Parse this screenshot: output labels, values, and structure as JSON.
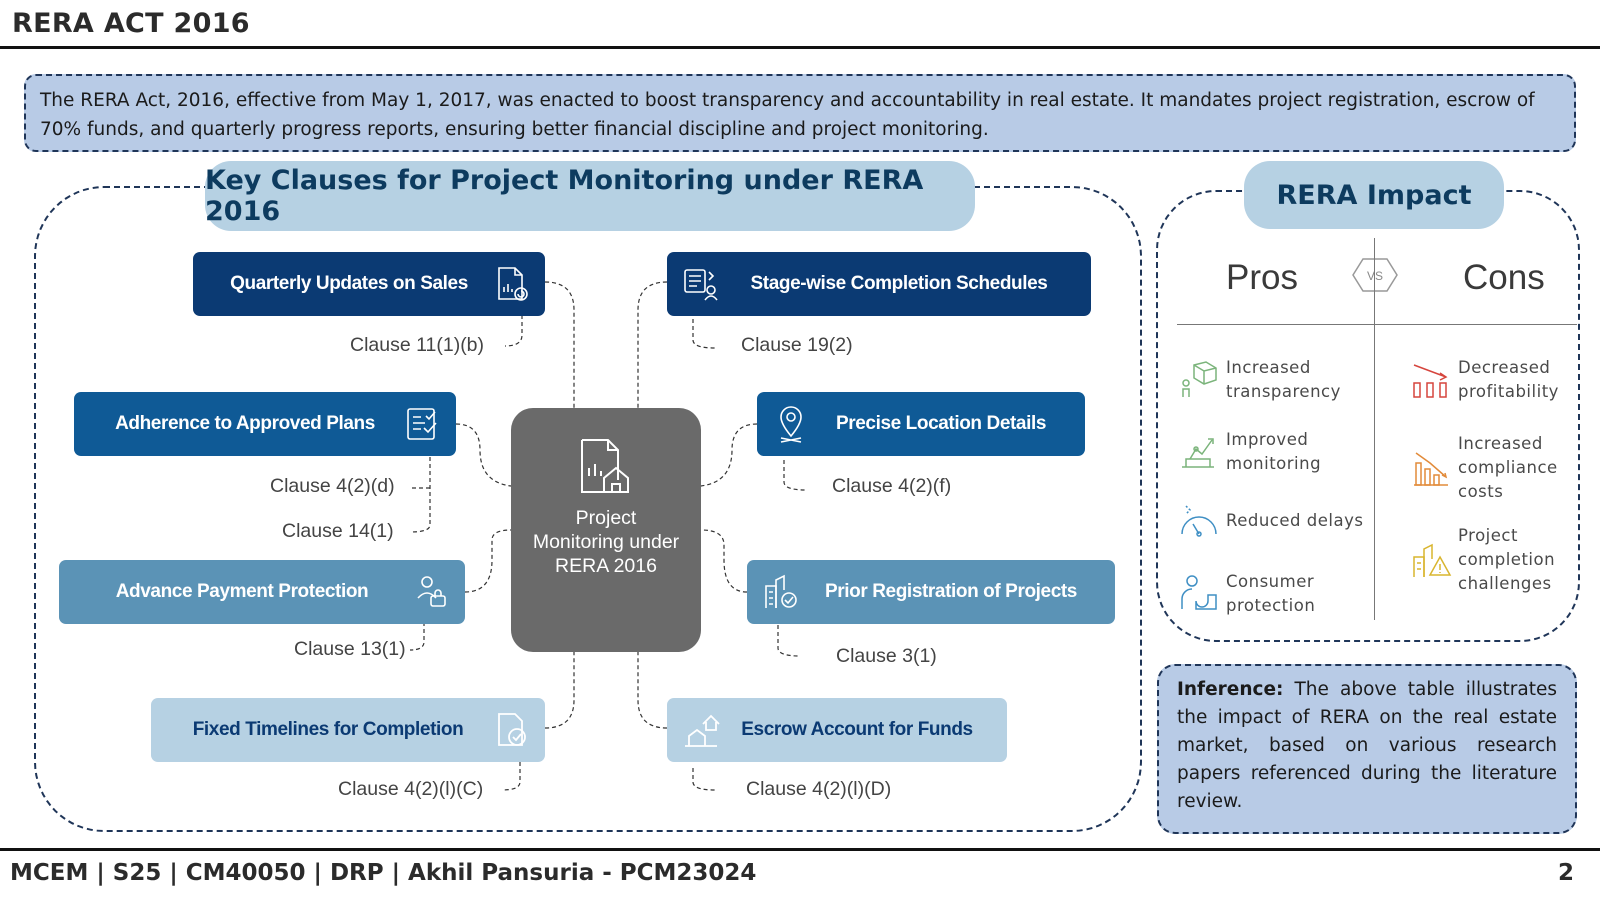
{
  "header": {
    "title": "RERA ACT 2016"
  },
  "intro": {
    "text": "The RERA Act, 2016, effective from May 1, 2017, was enacted to boost transparency and accountability in real estate. It mandates project registration, escrow of 70% funds, and quarterly progress reports, ensuring better financial discipline and project monitoring."
  },
  "key_clauses": {
    "heading": "Key Clauses for Project Monitoring under RERA 2016",
    "center": {
      "label": "Project Monitoring under RERA 2016",
      "icon": "building-report-icon"
    },
    "items": [
      {
        "label": "Quarterly Updates on Sales",
        "clause": "Clause 11(1)(b)",
        "icon": "sales-report-icon",
        "color": "#0b3a73"
      },
      {
        "label": "Adherence to Approved Plans",
        "clause": "Clause 4(2)(d)",
        "icon": "approved-plan-icon",
        "color": "#0f5a96"
      },
      {
        "label": "Advance Payment Protection",
        "clause": "Clause 13(1)",
        "icon": "payment-protection-icon",
        "color": "#5b93b6"
      },
      {
        "label": "Fixed Timelines for Completion",
        "clause": "Clause 4(2)(l)(C)",
        "icon": "timeline-icon",
        "color": "#b6d1e3"
      },
      {
        "label": "Stage-wise Completion Schedules",
        "clause": "Clause 19(2)",
        "icon": "schedule-icon",
        "color": "#0b3a73"
      },
      {
        "label": "Precise Location Details",
        "clause": "Clause 4(2)(f)",
        "icon": "location-pin-icon",
        "color": "#0f5a96"
      },
      {
        "label": "Prior Registration of Projects",
        "clause": "Clause 3(1)",
        "icon": "registration-icon",
        "color": "#5b93b6"
      },
      {
        "label": "Escrow Account for Funds",
        "clause": "Clause 4(2)(l)(D)",
        "icon": "escrow-icon",
        "color": "#b6d1e3"
      }
    ],
    "extra_clause": "Clause 14(1)"
  },
  "impact": {
    "heading": "RERA Impact",
    "pros_label": "Pros",
    "cons_label": "Cons",
    "vs_label": "VS",
    "pros": [
      {
        "text": "Increased transparency",
        "icon": "transparency-icon",
        "color": "#7bb47b"
      },
      {
        "text": "Improved monitoring",
        "icon": "monitoring-icon",
        "color": "#7bb47b"
      },
      {
        "text": "Reduced delays",
        "icon": "speed-icon",
        "color": "#3f8fc4"
      },
      {
        "text": "Consumer protection",
        "icon": "consumer-icon",
        "color": "#3f8fc4"
      }
    ],
    "cons": [
      {
        "text": "Decreased profitability",
        "icon": "decline-chart-icon",
        "color": "#d6453d"
      },
      {
        "text": "Increased compliance costs",
        "icon": "cost-chart-icon",
        "color": "#e28b3a"
      },
      {
        "text": "Project completion challenges",
        "icon": "warning-building-icon",
        "color": "#d9b52f"
      }
    ]
  },
  "inference": {
    "label": "Inference:",
    "text": "The above table illustrates the impact of RERA on the real estate market, based on various research papers referenced during the literature review."
  },
  "footer": {
    "text": "MCEM | S25 |  CM40050 | DRP | Akhil Pansuria - PCM23024",
    "page": "2"
  }
}
